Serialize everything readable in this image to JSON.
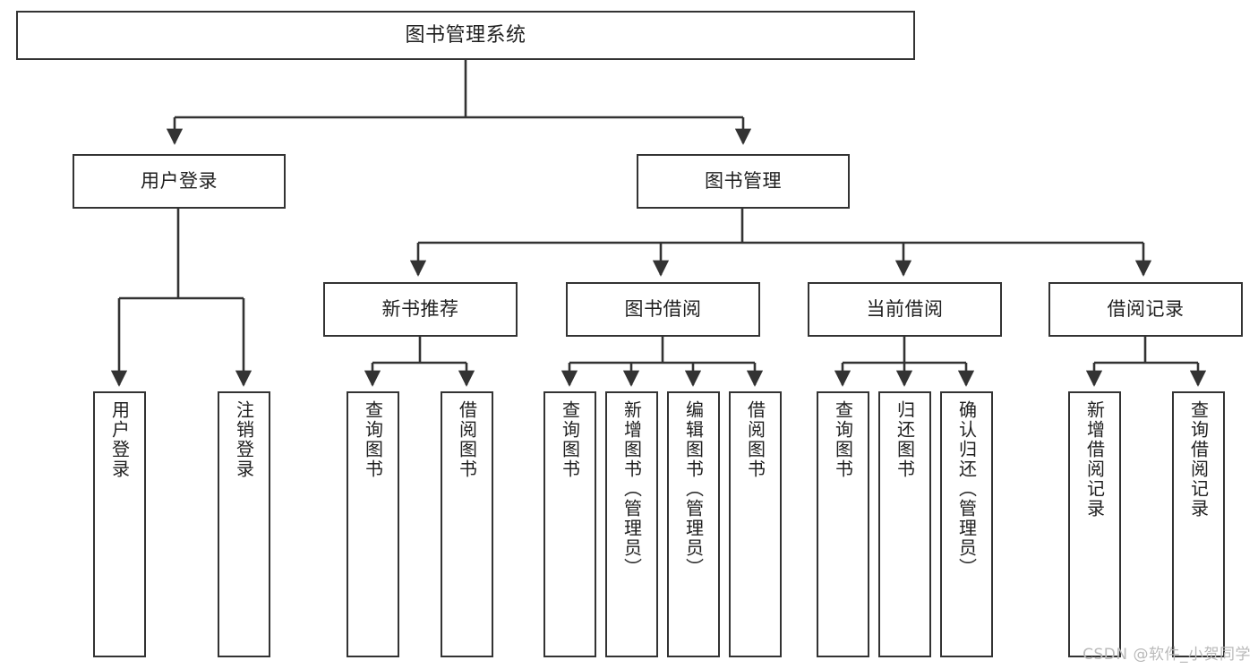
{
  "diagram": {
    "title": "图书管理系统",
    "type": "tree-flowchart",
    "background_color": "#ffffff",
    "line_color": "#333333",
    "box_fill": "#ffffff"
  },
  "nodes": {
    "root": {
      "label": "图书管理系统"
    },
    "level1": [
      {
        "label": "用户登录"
      },
      {
        "label": "图书管理"
      }
    ],
    "level2": [
      {
        "label": "新书推荐"
      },
      {
        "label": "图书借阅"
      },
      {
        "label": "当前借阅"
      },
      {
        "label": "借阅记录"
      }
    ],
    "leaves_user_login": [
      {
        "label": "用户登录"
      },
      {
        "label": "注销登录"
      }
    ],
    "leaves_new_book": [
      {
        "label": "查询图书"
      },
      {
        "label": "借阅图书"
      }
    ],
    "leaves_borrow": [
      {
        "label": "查询图书"
      },
      {
        "label": "新增图书（管理员）"
      },
      {
        "label": "编辑图书（管理员）"
      },
      {
        "label": "借阅图书"
      }
    ],
    "leaves_current": [
      {
        "label": "查询图书"
      },
      {
        "label": "归还图书"
      },
      {
        "label": "确认归还（管理员）"
      }
    ],
    "leaves_records": [
      {
        "label": "新增借阅记录"
      },
      {
        "label": "查询借阅记录"
      }
    ]
  },
  "watermark": {
    "text": "CSDN @软件_小贺同学"
  }
}
